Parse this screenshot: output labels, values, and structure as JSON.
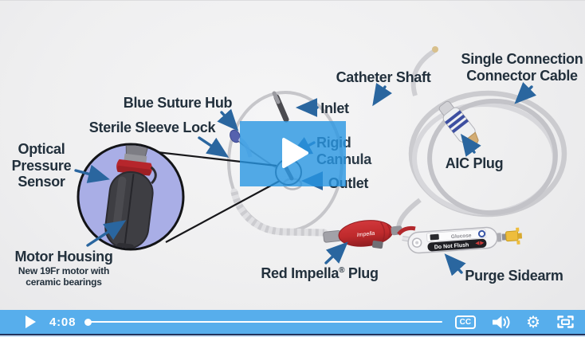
{
  "player": {
    "current_time": "4:08",
    "controls": {
      "play_icon": "play",
      "cc_label": "CC",
      "volume_icon": "speaker-with-waves",
      "settings_glyph": "⚙",
      "fullscreen_icon": "expand-frame"
    },
    "colors": {
      "bar": "#57aeec",
      "overlay_blue": "rgba(40,150,226,0.80)",
      "edge_dark": "#24345c"
    }
  },
  "diagram": {
    "labels": {
      "blue_suture_hub": "Blue Suture Hub",
      "sterile_sleeve_lock": "Sterile Sleeve Lock",
      "optical_pressure_sensor": {
        "lines": [
          "Optical",
          "Pressure",
          "Sensor"
        ]
      },
      "motor_housing": {
        "title": "Motor Housing",
        "note_lines": [
          "New 19Fr motor with",
          "ceramic bearings"
        ]
      },
      "catheter_shaft": "Catheter Shaft",
      "inlet": "Inlet",
      "rigid_cannula": {
        "lines": [
          "Rigid",
          "Cannula"
        ]
      },
      "outlet": "Outlet",
      "single_connection_connector_cable": {
        "lines": [
          "Single Connection",
          "Connector Cable"
        ]
      },
      "aic_plug": "AIC Plug",
      "red_impella_plug": {
        "prefix": "Red Impella",
        "reg_mark": "®",
        "suffix": " Plug"
      },
      "purge_sidearm": "Purge Sidearm"
    },
    "device_markings": {
      "glucose": "Glucose",
      "do_not_flush": "Do Not Flush",
      "impella_script": "Impella"
    },
    "colors": {
      "label_text": "#22303c",
      "arrow_blue": "#2a669f",
      "magnifier_fill": "#a9aee6",
      "impella_plug_red": "#bf2a2c",
      "luer_yellow": "#eebd3c"
    }
  }
}
